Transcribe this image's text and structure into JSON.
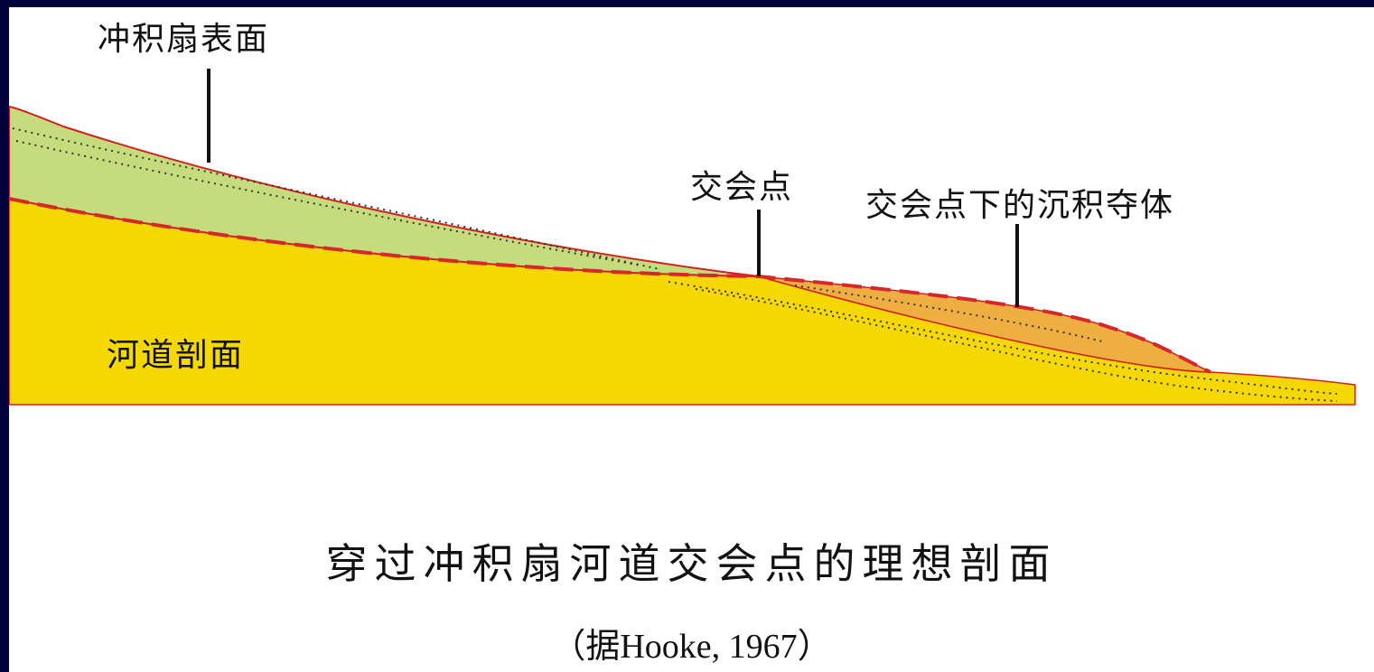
{
  "labels": {
    "fan_surface": "冲积扇表面",
    "channel_profile": "河道剖面",
    "intersection_point": "交会点",
    "deposit_below": "交会点下的沉积夺体"
  },
  "caption": {
    "title": "穿过冲积扇河道交会点的理想剖面",
    "source": "（据Hooke, 1967）"
  },
  "colors": {
    "background": "#00003a",
    "fan_fill": "#c6dc7c",
    "channel_fill": "#f5d800",
    "deposit_fill": "#efae42",
    "outline": "#d32020",
    "dashed_line": "#d62828"
  }
}
